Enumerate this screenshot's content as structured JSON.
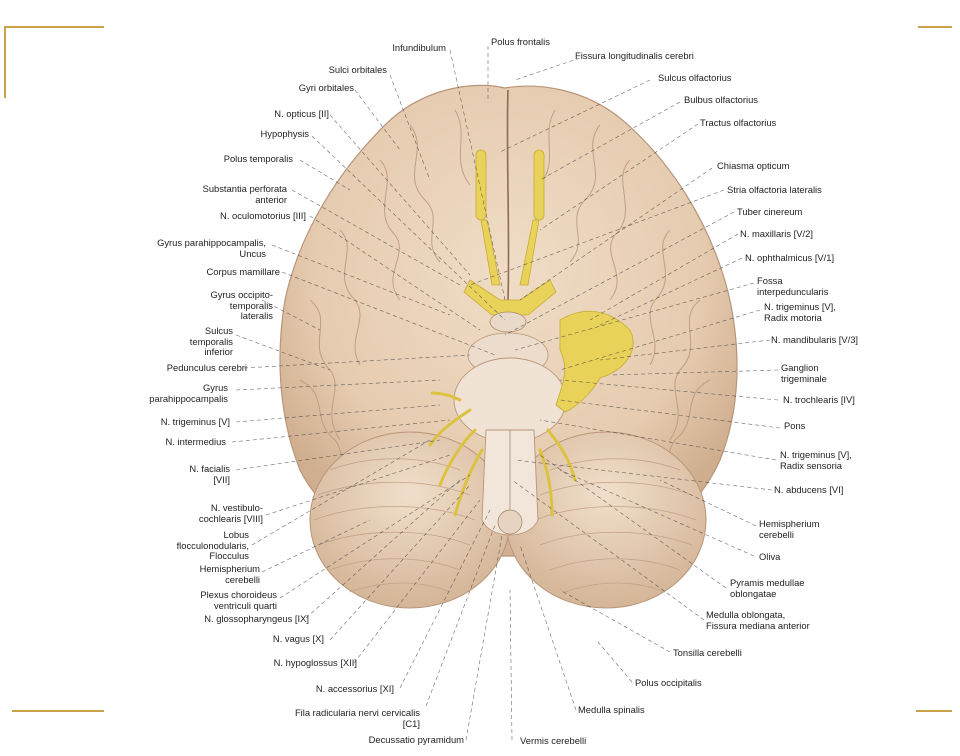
{
  "colors": {
    "frame": "#c9a24a",
    "tissue": "#e8cfb4",
    "tissue_shade": "#c9a98a",
    "nerve": "#e9d25a",
    "leader": "#3a3a3a"
  },
  "labels": {
    "infundibulum": "Infundibulum",
    "polus_frontalis": "Polus frontalis",
    "fissura_longitudinalis": "Fissura longitudinalis cerebri",
    "sulci_orbitales": "Sulci orbitales",
    "gyri_orbitales": "Gyri orbitales",
    "sulcus_olfactorius": "Sulcus olfactorius",
    "bulbus_olfactorius": "Bulbus olfactorius",
    "n_opticus": "N. opticus [II]",
    "tractus_olfactorius": "Tractus olfactorius",
    "hypophysis": "Hypophysis",
    "polus_temporalis": "Polus temporalis",
    "chiasma_opticum": "Chiasma opticum",
    "substantia_perforata": "Substantia perforata\nanterior",
    "stria_olfactoria": "Stria olfactoria lateralis",
    "n_oculomotorius": "N. oculomotorius [III]",
    "tuber_cinereum": "Tuber cinereum",
    "gyrus_parahippocampalis_uncus": "Gyrus parahippocampalis,\nUncus",
    "n_maxillaris": "N. maxillaris [V/2]",
    "n_ophthalmicus": "N. ophthalmicus [V/1]",
    "corpus_mamillare": "Corpus mamillare",
    "fossa_interpeduncularis": "Fossa\ninterpeduncularis",
    "gyrus_occipitotemporalis": "Gyrus occipito-\ntemporalis\nlateralis",
    "n_trigeminus_motoria": "N. trigeminus [V],\nRadix motoria",
    "sulcus_temporalis_inferior": "Sulcus\ntemporalis\ninferior",
    "n_mandibularis": "N. mandibularis [V/3]",
    "pedunculus_cerebri": "Pedunculus cerebri",
    "ganglion_trigeminale": "Ganglion\ntrigeminale",
    "gyrus_parahippocampalis": "Gyrus\nparahippocampalis",
    "n_trochlearis": "N. trochlearis [IV]",
    "n_trigeminus": "N. trigeminus [V]",
    "pons": "Pons",
    "n_intermedius": "N. intermedius",
    "n_trigeminus_sensoria": "N. trigeminus [V],\nRadix sensoria",
    "n_facialis": "N. facialis\n[VII]",
    "n_abducens": "N. abducens [VI]",
    "n_vestibulocochlearis": "N. vestibulo-\ncochlearis [VIII]",
    "hemispherium_cerebelli_r": "Hemispherium\ncerebelli",
    "lobus_flocculonodularis": "Lobus\nflocculonodularis,\nFlocculus",
    "oliva": "Oliva",
    "hemispherium_cerebelli_l": "Hemispherium\ncerebelli",
    "pyramis_medullae": "Pyramis medullae\noblongatae",
    "plexus_choroideus": "Plexus choroideus\nventriculi quarti",
    "n_glossopharyngeus": "N. glossopharyngeus [IX]",
    "medulla_oblongata": "Medulla oblongata,\nFissura mediana anterior",
    "n_vagus": "N. vagus [X]",
    "tonsilla_cerebelli": "Tonsilla cerebelli",
    "n_hypoglossus": "N. hypoglossus [XII]",
    "polus_occipitalis": "Polus occipitalis",
    "n_accessorius": "N. accessorius [XI]",
    "medulla_spinalis": "Medulla spinalis",
    "fila_radicularia": "Fila radicularia nervi cervicalis\n[C1]",
    "decussatio_pyramidum": "Decussatio pyramidum",
    "vermis_cerebelli": "Vermis cerebelli"
  }
}
